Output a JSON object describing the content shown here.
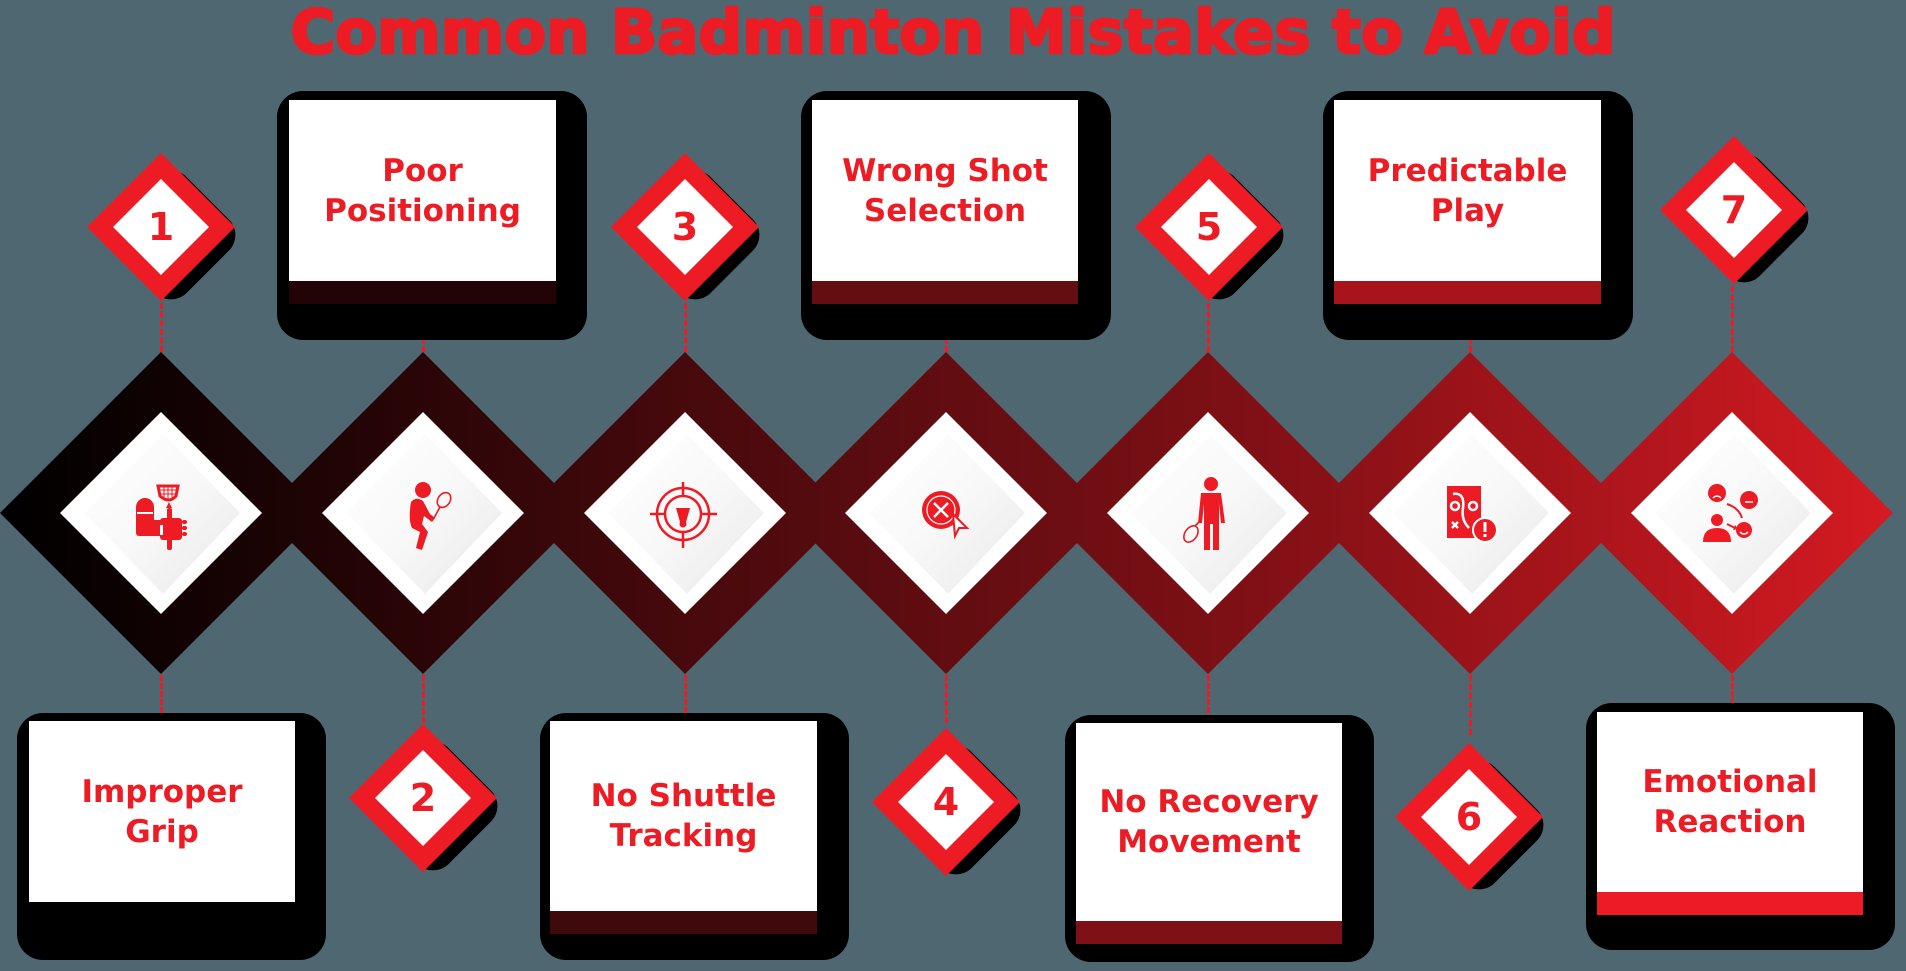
{
  "title": "Common Badminton Mistakes to Avoid",
  "colors": {
    "background": "#4f6770",
    "accent_red": "#ed1c24",
    "chain_gradient": [
      "#000000",
      "#2a0507",
      "#4a0a0e",
      "#640e12",
      "#7f1016",
      "#a8141b",
      "#cf1a21"
    ]
  },
  "mistakes": [
    {
      "number": "1",
      "label_line1": "Improper",
      "label_line2": "Grip",
      "position": "bottom",
      "icon": "hand-racket-grip-icon",
      "bar_color": "#000000"
    },
    {
      "number": "2",
      "label_line1": "Poor",
      "label_line2": "Positioning",
      "position": "top",
      "icon": "player-crouching-racket-icon",
      "bar_color": "#230406"
    },
    {
      "number": "3",
      "label_line1": "No Shuttle",
      "label_line2": "Tracking",
      "position": "bottom",
      "icon": "shuttlecock-target-icon",
      "bar_color": "#3f0a0c"
    },
    {
      "number": "4",
      "label_line1": "Wrong Shot",
      "label_line2": "Selection",
      "position": "top",
      "icon": "x-circle-cursor-icon",
      "bar_color": "#640e12"
    },
    {
      "number": "5",
      "label_line1": "No Recovery",
      "label_line2": "Movement",
      "position": "bottom",
      "icon": "standing-player-racket-icon",
      "bar_color": "#7f1016"
    },
    {
      "number": "6",
      "label_line1": "Predictable",
      "label_line2": "Play",
      "position": "top",
      "icon": "strategy-board-alert-icon",
      "bar_color": "#a8141b"
    },
    {
      "number": "7",
      "label_line1": "Emotional",
      "label_line2": "Reaction",
      "position": "bottom",
      "icon": "emotions-faces-icon",
      "bar_color": "#ed1c24"
    }
  ]
}
